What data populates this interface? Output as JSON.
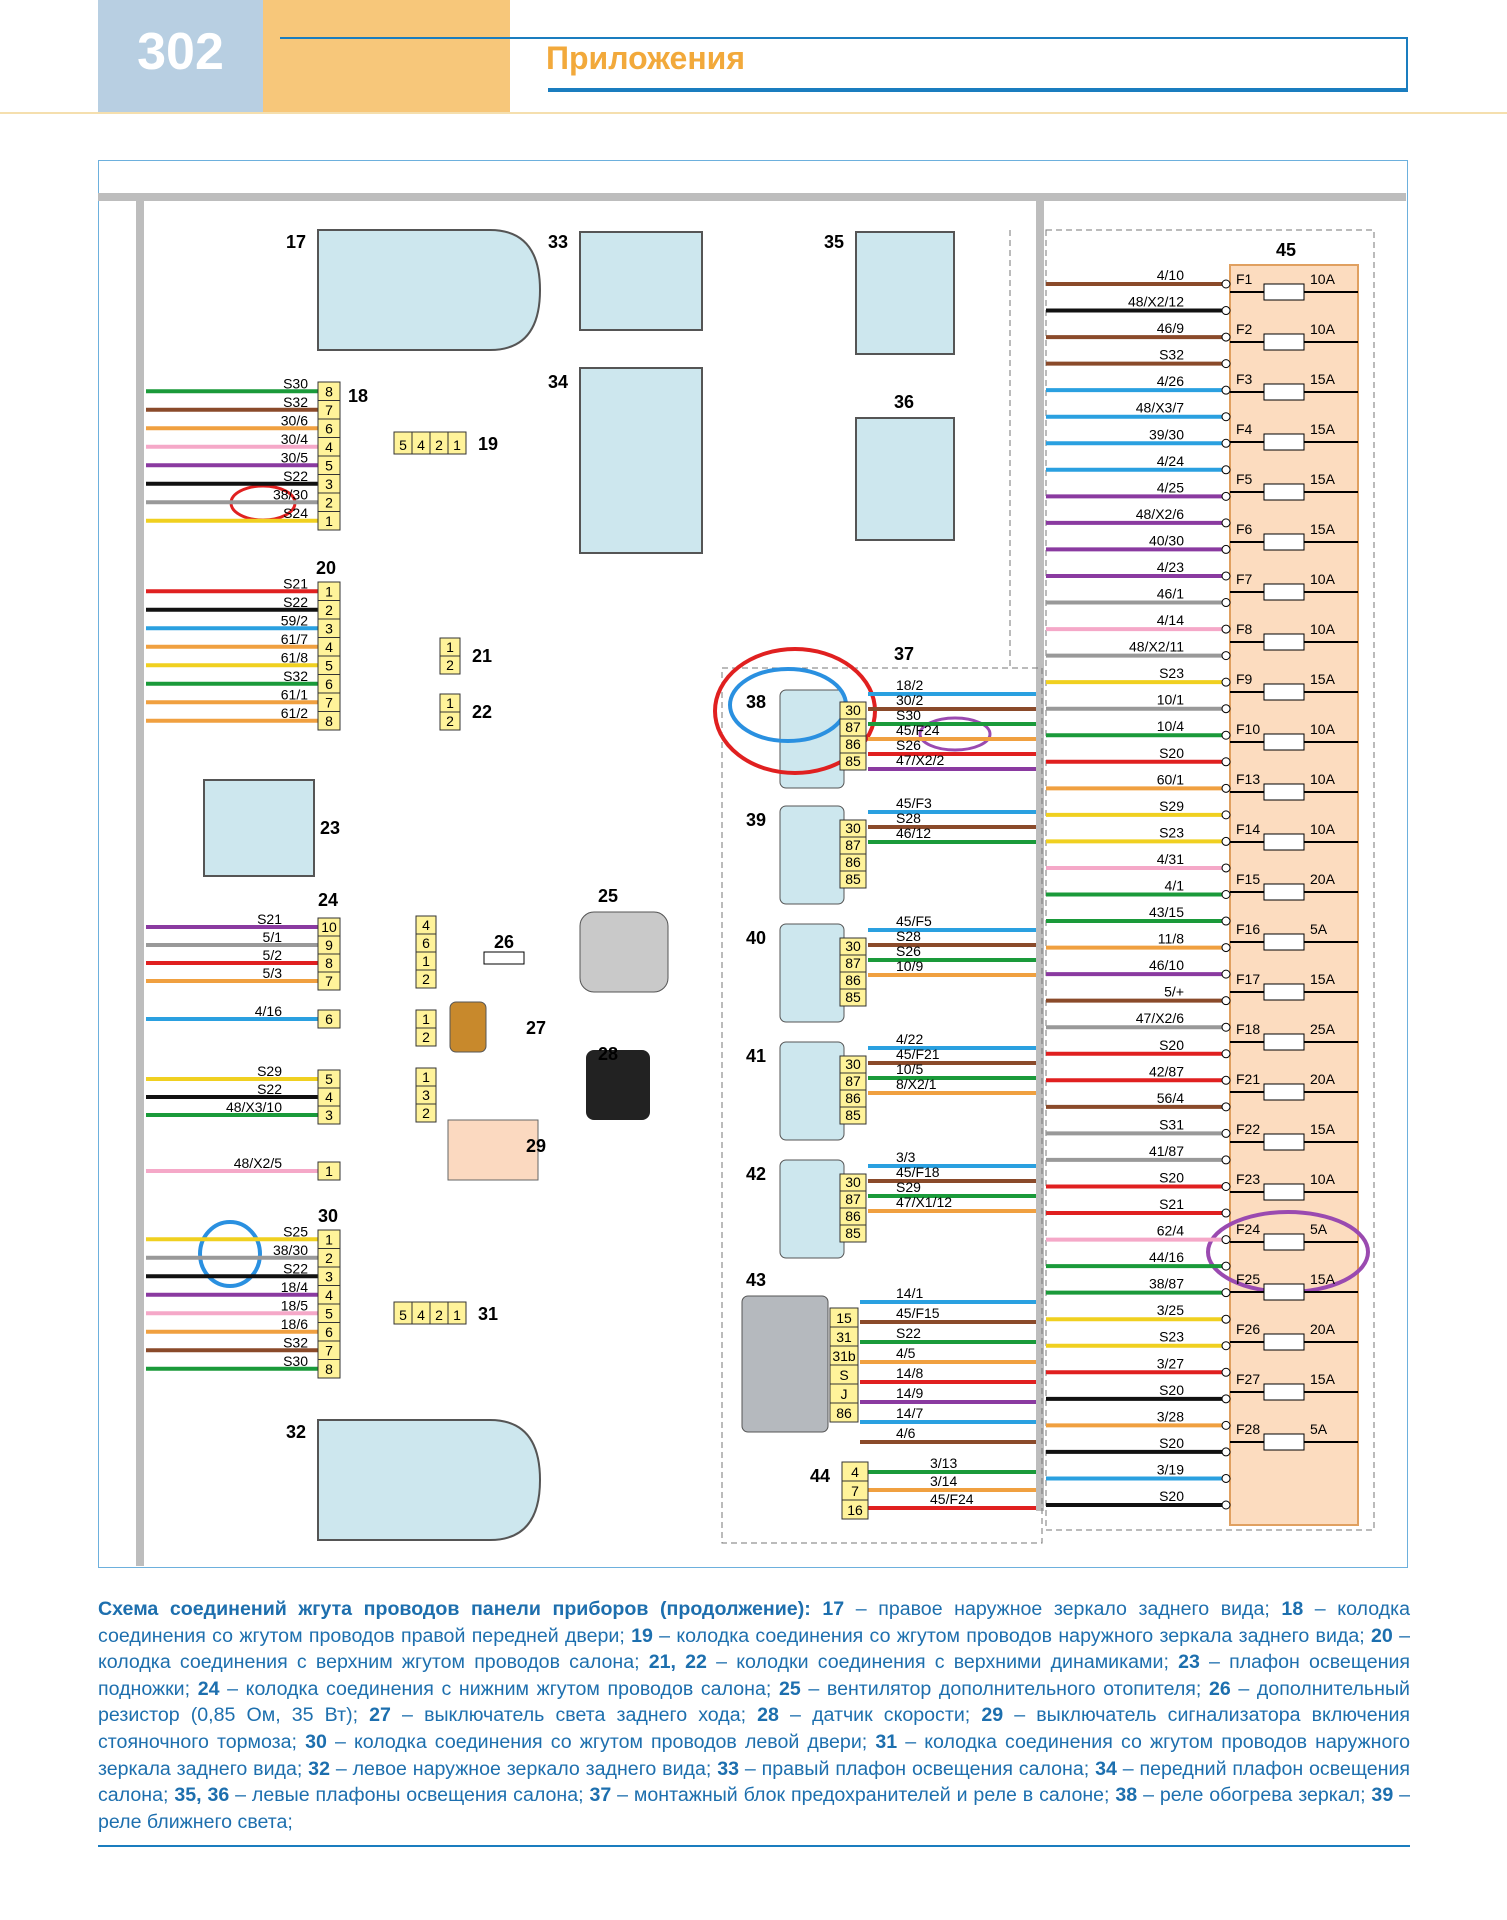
{
  "header": {
    "page_number": "302",
    "section_title": "Приложения"
  },
  "components": {
    "c17": "17",
    "c18": "18",
    "c19": "19",
    "c20": "20",
    "c21": "21",
    "c22": "22",
    "c23": "23",
    "c24": "24",
    "c25": "25",
    "c26": "26",
    "c27": "27",
    "c28": "28",
    "c29": "29",
    "c30": "30",
    "c31": "31",
    "c32": "32",
    "c33": "33",
    "c34": "34",
    "c35": "35",
    "c36": "36",
    "c37": "37",
    "c38": "38",
    "c39": "39",
    "c40": "40",
    "c41": "41",
    "c42": "42",
    "c43": "43",
    "c44": "44",
    "c45": "45"
  },
  "connector18": [
    {
      "wire": "S30",
      "pin": "8",
      "color": "#1a9a3a"
    },
    {
      "wire": "S32",
      "pin": "7",
      "color": "#8a4a2a"
    },
    {
      "wire": "30/6",
      "pin": "6",
      "color": "#f0a040"
    },
    {
      "wire": "30/4",
      "pin": "4",
      "color": "#f5a8c8"
    },
    {
      "wire": "30/5",
      "pin": "5",
      "color": "#8a3aa0"
    },
    {
      "wire": "S22",
      "pin": "3",
      "color": "#111111"
    },
    {
      "wire": "38/30",
      "pin": "2",
      "color": "#999999"
    },
    {
      "wire": "S24",
      "pin": "1",
      "color": "#f0d020"
    }
  ],
  "connector19_pins": [
    "5",
    "4",
    "2",
    "1"
  ],
  "connector20": [
    {
      "wire": "S21",
      "pin": "1",
      "color": "#e02020"
    },
    {
      "wire": "S22",
      "pin": "2",
      "color": "#111111"
    },
    {
      "wire": "59/2",
      "pin": "3",
      "color": "#2aa0e0"
    },
    {
      "wire": "61/7",
      "pin": "4",
      "color": "#f0a040"
    },
    {
      "wire": "61/8",
      "pin": "5",
      "color": "#f0d020"
    },
    {
      "wire": "S32",
      "pin": "6",
      "color": "#1a9a3a"
    },
    {
      "wire": "61/1",
      "pin": "7",
      "color": "#f0a040"
    },
    {
      "wire": "61/2",
      "pin": "8",
      "color": "#f0a040"
    }
  ],
  "connector21_pins": [
    "1",
    "2"
  ],
  "connector22_pins": [
    "1",
    "2"
  ],
  "connector24": [
    {
      "wire": "S21",
      "pin": "10",
      "color": "#8a3aa0"
    },
    {
      "wire": "5/1",
      "pin": "9",
      "color": "#999999"
    },
    {
      "wire": "5/2",
      "pin": "8",
      "color": "#e02020"
    },
    {
      "wire": "5/3",
      "pin": "7",
      "color": "#f0a040"
    },
    {
      "wire": "4/16",
      "pin": "6",
      "color": "#2aa0e0"
    },
    {
      "wire": "S29",
      "pin": "5",
      "color": "#f0d020"
    },
    {
      "wire": "S22",
      "pin": "4",
      "color": "#111111"
    },
    {
      "wire": "48/X3/10",
      "pin": "3",
      "color": "#1a9a3a"
    },
    {
      "wire": "48/X2/5",
      "pin": "1",
      "color": "#f5a8c8"
    }
  ],
  "connector25_pins": [
    "4",
    "6",
    "1",
    "2"
  ],
  "connector27_pins": [
    "1",
    "2"
  ],
  "connector28_pins": [
    "1",
    "3",
    "2"
  ],
  "connector30": [
    {
      "wire": "S25",
      "pin": "1",
      "color": "#f0d020"
    },
    {
      "wire": "38/30",
      "pin": "2",
      "color": "#999999"
    },
    {
      "wire": "S22",
      "pin": "3",
      "color": "#111111"
    },
    {
      "wire": "18/4",
      "pin": "4",
      "color": "#8a3aa0"
    },
    {
      "wire": "18/5",
      "pin": "5",
      "color": "#f5a8c8"
    },
    {
      "wire": "18/6",
      "pin": "6",
      "color": "#f0a040"
    },
    {
      "wire": "S32",
      "pin": "7",
      "color": "#8a4a2a"
    },
    {
      "wire": "S30",
      "pin": "8",
      "color": "#1a9a3a"
    }
  ],
  "connector31_pins": [
    "5",
    "4",
    "2",
    "1"
  ],
  "relays": {
    "r38": {
      "pins": [
        "30",
        "87",
        "86",
        "85"
      ],
      "wires": [
        "18/2",
        "30/2",
        "S30",
        "45/F24",
        "S26",
        "47/X2/2"
      ]
    },
    "r39": {
      "pins": [
        "30",
        "87",
        "86",
        "85"
      ],
      "wires": [
        "45/F3",
        "S28",
        "46/12"
      ]
    },
    "r40": {
      "pins": [
        "30",
        "87",
        "86",
        "85"
      ],
      "wires": [
        "45/F5",
        "S28",
        "S26",
        "10/9"
      ]
    },
    "r41": {
      "pins": [
        "30",
        "87",
        "86",
        "85"
      ],
      "wires": [
        "4/22",
        "45/F21",
        "10/5",
        "8/X2/1"
      ]
    },
    "r42": {
      "pins": [
        "30",
        "87",
        "86",
        "85"
      ],
      "wires": [
        "3/3",
        "45/F18",
        "S29",
        "47/X1/12"
      ]
    }
  },
  "module43": {
    "pins": [
      "15",
      "31",
      "31b",
      "S",
      "J",
      "86"
    ],
    "wires": [
      "14/1",
      "45/F15",
      "S22",
      "4/5",
      "14/8",
      "14/9",
      "14/7",
      "4/6"
    ]
  },
  "connector44": {
    "pins": [
      "4",
      "7",
      "16"
    ],
    "wires": [
      "3/13",
      "3/14",
      "45/F24"
    ]
  },
  "fuses": [
    {
      "id": "F1",
      "rating": "10A"
    },
    {
      "id": "F2",
      "rating": "10A"
    },
    {
      "id": "F3",
      "rating": "15A"
    },
    {
      "id": "F4",
      "rating": "15A"
    },
    {
      "id": "F5",
      "rating": "15A"
    },
    {
      "id": "F6",
      "rating": "15A"
    },
    {
      "id": "F7",
      "rating": "10A"
    },
    {
      "id": "F8",
      "rating": "10A"
    },
    {
      "id": "F9",
      "rating": "15A"
    },
    {
      "id": "F10",
      "rating": "10A"
    },
    {
      "id": "F13",
      "rating": "10A"
    },
    {
      "id": "F14",
      "rating": "10A"
    },
    {
      "id": "F15",
      "rating": "20A"
    },
    {
      "id": "F16",
      "rating": "5A"
    },
    {
      "id": "F17",
      "rating": "15A"
    },
    {
      "id": "F18",
      "rating": "25A"
    },
    {
      "id": "F21",
      "rating": "20A"
    },
    {
      "id": "F22",
      "rating": "15A"
    },
    {
      "id": "F23",
      "rating": "10A"
    },
    {
      "id": "F24",
      "rating": "5A"
    },
    {
      "id": "F25",
      "rating": "15A"
    },
    {
      "id": "F26",
      "rating": "20A"
    },
    {
      "id": "F27",
      "rating": "15A"
    },
    {
      "id": "F28",
      "rating": "5A"
    }
  ],
  "fuse_wires": [
    {
      "label": "4/10",
      "color": "#8a4a2a"
    },
    {
      "label": "48/X2/12",
      "color": "#111111"
    },
    {
      "label": "46/9",
      "color": "#8a4a2a"
    },
    {
      "label": "S32",
      "color": "#8a4a2a"
    },
    {
      "label": "4/26",
      "color": "#2aa0e0"
    },
    {
      "label": "48/X3/7",
      "color": "#2aa0e0"
    },
    {
      "label": "39/30",
      "color": "#2aa0e0"
    },
    {
      "label": "4/24",
      "color": "#2aa0e0"
    },
    {
      "label": "4/25",
      "color": "#8a3aa0"
    },
    {
      "label": "48/X2/6",
      "color": "#8a3aa0"
    },
    {
      "label": "40/30",
      "color": "#8a3aa0"
    },
    {
      "label": "4/23",
      "color": "#8a3aa0"
    },
    {
      "label": "46/1",
      "color": "#999999"
    },
    {
      "label": "4/14",
      "color": "#f5a8c8"
    },
    {
      "label": "48/X2/11",
      "color": "#999999"
    },
    {
      "label": "S23",
      "color": "#f0d020"
    },
    {
      "label": "10/1",
      "color": "#999999"
    },
    {
      "label": "10/4",
      "color": "#1a9a3a"
    },
    {
      "label": "S20",
      "color": "#e02020"
    },
    {
      "label": "60/1",
      "color": "#f0a040"
    },
    {
      "label": "S29",
      "color": "#f0d020"
    },
    {
      "label": "S23",
      "color": "#f0d020"
    },
    {
      "label": "4/31",
      "color": "#f5a8c8"
    },
    {
      "label": "4/1",
      "color": "#1a9a3a"
    },
    {
      "label": "43/15",
      "color": "#1a9a3a"
    },
    {
      "label": "11/8",
      "color": "#f0a040"
    },
    {
      "label": "46/10",
      "color": "#8a3aa0"
    },
    {
      "label": "5/+",
      "color": "#8a4a2a"
    },
    {
      "label": "47/X2/6",
      "color": "#999999"
    },
    {
      "label": "S20",
      "color": "#e02020"
    },
    {
      "label": "42/87",
      "color": "#e02020"
    },
    {
      "label": "56/4",
      "color": "#8a4a2a"
    },
    {
      "label": "S31",
      "color": "#999999"
    },
    {
      "label": "41/87",
      "color": "#999999"
    },
    {
      "label": "S20",
      "color": "#e02020"
    },
    {
      "label": "S21",
      "color": "#e02020"
    },
    {
      "label": "62/4",
      "color": "#f5a8c8"
    },
    {
      "label": "44/16",
      "color": "#1a9a3a"
    },
    {
      "label": "38/87",
      "color": "#1a9a3a"
    },
    {
      "label": "3/25",
      "color": "#f0d020"
    },
    {
      "label": "S23",
      "color": "#f0d020"
    },
    {
      "label": "3/27",
      "color": "#e02020"
    },
    {
      "label": "S20",
      "color": "#111111"
    },
    {
      "label": "3/28",
      "color": "#f0a040"
    },
    {
      "label": "S20",
      "color": "#111111"
    },
    {
      "label": "3/19",
      "color": "#2aa0e0"
    },
    {
      "label": "S20",
      "color": "#111111"
    }
  ],
  "caption": {
    "title": "Схема соединений жгута проводов панели приборов (продолжение):",
    "items": [
      {
        "n": "17",
        "t": " – правое наружное зеркало заднего вида; "
      },
      {
        "n": "18",
        "t": " – колодка соединения со жгутом проводов правой передней двери; "
      },
      {
        "n": "19",
        "t": " – колодка соединения со жгутом проводов наружного зеркала заднего вида; "
      },
      {
        "n": "20",
        "t": " – колодка соединения с верхним жгутом проводов салона; "
      },
      {
        "n": "21, 22",
        "t": " – колодки соединения с верхними динамиками; "
      },
      {
        "n": "23",
        "t": " – плафон освещения подножки; "
      },
      {
        "n": "24",
        "t": " – колодка соединения с нижним жгутом проводов салона; "
      },
      {
        "n": "25",
        "t": " – вентилятор дополнительного отопителя; "
      },
      {
        "n": "26",
        "t": " – дополнительный резистор (0,85 Ом, 35 Вт); "
      },
      {
        "n": "27",
        "t": " – выключатель света заднего хода; "
      },
      {
        "n": "28",
        "t": " – датчик скорости; "
      },
      {
        "n": "29",
        "t": " – выключатель сигнализатора включения стояночного тормоза; "
      },
      {
        "n": "30",
        "t": " – колодка соединения со жгутом проводов левой двери; "
      },
      {
        "n": "31",
        "t": " – колодка соединения со жгутом проводов наружного зеркала заднего вида; "
      },
      {
        "n": "32",
        "t": " – левое наружное зеркало заднего вида; "
      },
      {
        "n": "33",
        "t": " – правый плафон освещения салона; "
      },
      {
        "n": "34",
        "t": " – передний плафон освещения салона; "
      },
      {
        "n": "35, 36",
        "t": " – левые плафоны освещения салона; "
      },
      {
        "n": "37",
        "t": " – монтажный блок предохранителей и реле в салоне; "
      },
      {
        "n": "38",
        "t": " – реле обогрева зеркал; "
      },
      {
        "n": "39",
        "t": " – реле ближнего света;"
      }
    ]
  }
}
